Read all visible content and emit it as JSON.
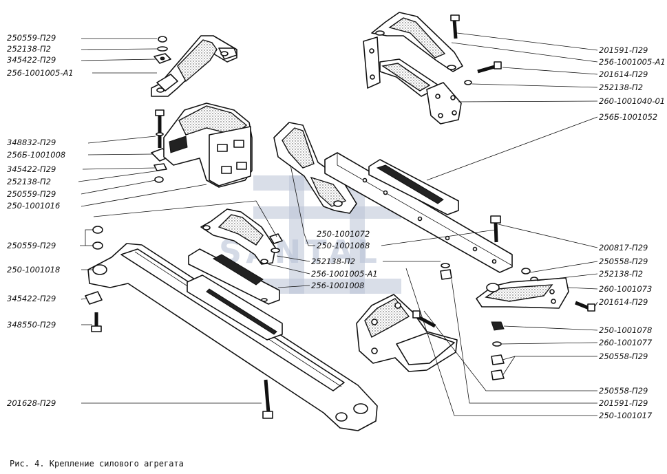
{
  "caption": "Рис. 4. Крепление силового агрегата",
  "watermark": "SANTAL",
  "labels_left": [
    {
      "id": "l1",
      "text": "250559-П29"
    },
    {
      "id": "l2",
      "text": "252138-П2"
    },
    {
      "id": "l3",
      "text": "345422-П29"
    },
    {
      "id": "l4",
      "text": "256-1001005-А1"
    },
    {
      "id": "l5",
      "text": "348832-П29"
    },
    {
      "id": "l6",
      "text": "256Б-1001008"
    },
    {
      "id": "l7",
      "text": "345422-П29"
    },
    {
      "id": "l8",
      "text": "252138-П2"
    },
    {
      "id": "l9",
      "text": "250559-П29"
    },
    {
      "id": "l10",
      "text": "250-1001016"
    },
    {
      "id": "l11",
      "text": "250559-П29"
    },
    {
      "id": "l12",
      "text": "250-1001018"
    },
    {
      "id": "l13",
      "text": "345422-П29"
    },
    {
      "id": "l14",
      "text": "348550-П29"
    },
    {
      "id": "l15",
      "text": "201628-П29"
    }
  ],
  "labels_center": [
    {
      "id": "c1",
      "text": "250-1001072"
    },
    {
      "id": "c2",
      "text": "250-1001068"
    },
    {
      "id": "c3",
      "text": "252138-П2"
    },
    {
      "id": "c4",
      "text": "256-1001005-А1"
    },
    {
      "id": "c5",
      "text": "256-1001008"
    }
  ],
  "labels_right": [
    {
      "id": "r1",
      "text": "201591-П29"
    },
    {
      "id": "r2",
      "text": "256-1001005-А1"
    },
    {
      "id": "r3",
      "text": "201614-П29"
    },
    {
      "id": "r4",
      "text": "252138-П2"
    },
    {
      "id": "r5",
      "text": "260-1001040-01"
    },
    {
      "id": "r6",
      "text": "256Б-1001052"
    },
    {
      "id": "r7",
      "text": "200817-П29"
    },
    {
      "id": "r8",
      "text": "250558-П29"
    },
    {
      "id": "r9",
      "text": "252138-П2"
    },
    {
      "id": "r10",
      "text": "260-1001073"
    },
    {
      "id": "r11",
      "text": "201614-П29"
    },
    {
      "id": "r12",
      "text": "250-1001078"
    },
    {
      "id": "r13",
      "text": "260-1001077"
    },
    {
      "id": "r14",
      "text": "250558-П29"
    },
    {
      "id": "r15",
      "text": "250558-П29"
    },
    {
      "id": "r16",
      "text": "201591-П29"
    },
    {
      "id": "r17",
      "text": "250-1001017"
    }
  ]
}
